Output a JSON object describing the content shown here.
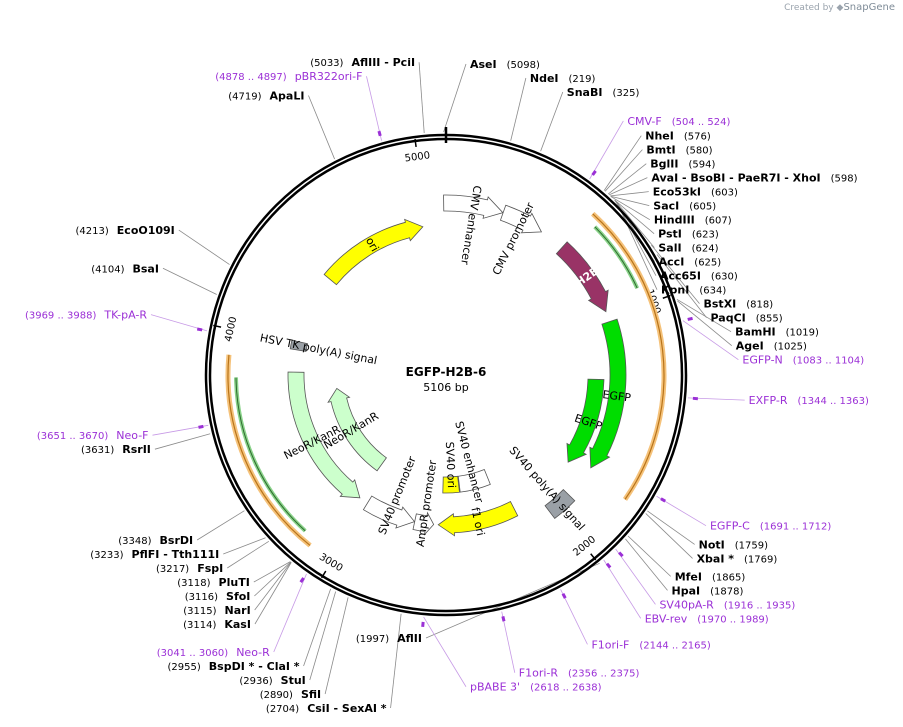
{
  "branding": {
    "prefix": "Created by",
    "product": "SnapGene"
  },
  "plasmid": {
    "name": "EGFP-H2B-6",
    "length_label": "5106 bp",
    "length": 5106
  },
  "tick_labels": [
    {
      "pos": 1000,
      "text": "1000"
    },
    {
      "pos": 2000,
      "text": "2000"
    },
    {
      "pos": 3000,
      "text": "3000"
    },
    {
      "pos": 4000,
      "text": "4000"
    },
    {
      "pos": 5000,
      "text": "5000"
    }
  ],
  "features": [
    {
      "id": "cmv-enhancer",
      "name": "CMV enhancer",
      "start": 5095,
      "end": 274,
      "direction": "forward",
      "track": 1,
      "color": "#ffffff"
    },
    {
      "id": "cmv-promoter",
      "name": "CMV promoter",
      "start": 275,
      "end": 478,
      "direction": "forward",
      "track": 1,
      "color": "#ffffff"
    },
    {
      "id": "h2b",
      "name": "H2B",
      "start": 600,
      "end": 970,
      "direction": "forward",
      "track": 1,
      "color": "#993366"
    },
    {
      "id": "egfp-inner",
      "name": "EGFP",
      "start": 1300,
      "end": 1780,
      "direction": "forward",
      "track": 2,
      "color": "#00dd00"
    },
    {
      "id": "egfp-outer",
      "name": "EGFP",
      "start": 1020,
      "end": 1740,
      "direction": "forward",
      "track": 1,
      "color": "#00dd00"
    },
    {
      "id": "sv40-polya-signal",
      "name": "SV40 poly(A) signal",
      "start": 1905,
      "end": 2026,
      "direction": "none",
      "track": 1,
      "color": "#9aa0a6"
    },
    {
      "id": "f1-ori",
      "name": "f1 ori",
      "start": 2170,
      "end": 2595,
      "direction": "forward",
      "track": 2,
      "color": "#ffff00"
    },
    {
      "id": "ampr-promoter",
      "name": "AmpR promoter",
      "start": 2620,
      "end": 2724,
      "direction": "reverse",
      "track": 2,
      "color": "#ffffff"
    },
    {
      "id": "sv40-promoter",
      "name": "SV40 promoter",
      "start": 2725,
      "end": 3000,
      "direction": "reverse",
      "track": 2,
      "color": "#ffffff"
    },
    {
      "id": "sv40-enhancer",
      "name": "SV40 enhancer",
      "start": 2240,
      "end": 2455,
      "direction": "none",
      "track": 3,
      "color": "#ffffff"
    },
    {
      "id": "sv40-ori",
      "name": "SV40 ori",
      "start": 2460,
      "end": 2575,
      "direction": "none",
      "track": 3,
      "color": "#ffff00"
    },
    {
      "id": "neor-inner",
      "name": "NeoR/KanR",
      "start": 3060,
      "end": 3730,
      "direction": "forward",
      "track": 3,
      "color": "#ccffcc"
    },
    {
      "id": "neor-outer",
      "name": "NeoR/KanR",
      "start": 3050,
      "end": 3845,
      "direction": "reverse",
      "track": 2,
      "color": "#ccffcc"
    },
    {
      "id": "hsv-tk-polya",
      "name": "HSV TK poly(A) signal",
      "start": 3965,
      "end": 4010,
      "direction": "none",
      "track": 2,
      "color": "#9aa0a6"
    },
    {
      "id": "ori",
      "name": "ori",
      "start": 4390,
      "end": 4980,
      "direction": "forward",
      "track": 2,
      "color": "#ffff00"
    }
  ],
  "orf_arcs": [
    {
      "start": 600,
      "end": 1770
    },
    {
      "start": 3100,
      "end": 3905
    }
  ],
  "green_arcs": [
    {
      "start": 640,
      "end": 930
    },
    {
      "start": 3150,
      "end": 3820
    }
  ],
  "sites": [
    {
      "name": "AflIII  - PciI",
      "pos_label": "(5033)",
      "pos": 5033,
      "side": "left"
    },
    {
      "name": "AseI",
      "pos_label": "(5098)",
      "pos": 5098,
      "side": "right"
    },
    {
      "name": "NdeI",
      "pos_label": "(219)",
      "pos": 219,
      "side": "right"
    },
    {
      "name": "SnaBI",
      "pos_label": "(325)",
      "pos": 325,
      "side": "right"
    },
    {
      "name": "NheI",
      "pos_label": "(576)",
      "pos": 576,
      "side": "right"
    },
    {
      "name": "BmtI",
      "pos_label": "(580)",
      "pos": 580,
      "side": "right"
    },
    {
      "name": "BglII",
      "pos_label": "(594)",
      "pos": 594,
      "side": "right"
    },
    {
      "name": "AvaI  - BsoBI  - PaeR7I  - XhoI",
      "pos_label": "(598)",
      "pos": 598,
      "side": "right"
    },
    {
      "name": "Eco53kI",
      "pos_label": "(603)",
      "pos": 603,
      "side": "right"
    },
    {
      "name": "SacI",
      "pos_label": "(605)",
      "pos": 605,
      "side": "right"
    },
    {
      "name": "HindIII",
      "pos_label": "(607)",
      "pos": 607,
      "side": "right"
    },
    {
      "name": "PstI",
      "pos_label": "(623)",
      "pos": 623,
      "side": "right"
    },
    {
      "name": "SalI",
      "pos_label": "(624)",
      "pos": 624,
      "side": "right"
    },
    {
      "name": "AccI",
      "pos_label": "(625)",
      "pos": 625,
      "side": "right"
    },
    {
      "name": "Acc65I",
      "pos_label": "(630)",
      "pos": 630,
      "side": "right"
    },
    {
      "name": "KpnI",
      "pos_label": "(634)",
      "pos": 634,
      "side": "right"
    },
    {
      "name": "BstXI",
      "pos_label": "(818)",
      "pos": 818,
      "side": "right"
    },
    {
      "name": "PaqCI",
      "pos_label": "(855)",
      "pos": 855,
      "side": "right"
    },
    {
      "name": "BamHI",
      "pos_label": "(1019)",
      "pos": 1019,
      "side": "right"
    },
    {
      "name": "AgeI",
      "pos_label": "(1025)",
      "pos": 1025,
      "side": "right"
    },
    {
      "name": "NotI",
      "pos_label": "(1759)",
      "pos": 1759,
      "side": "right"
    },
    {
      "name": "XbaI *",
      "pos_label": "(1769)",
      "pos": 1769,
      "side": "right"
    },
    {
      "name": "MfeI",
      "pos_label": "(1865)",
      "pos": 1865,
      "side": "right"
    },
    {
      "name": "HpaI",
      "pos_label": "(1878)",
      "pos": 1878,
      "side": "right"
    },
    {
      "name": "AflII",
      "pos_label": "(1997)",
      "pos": 1997,
      "side": "left"
    },
    {
      "name": "CsiI  - SexAI *",
      "pos_label": "(2704)",
      "pos": 2704,
      "side": "left"
    },
    {
      "name": "SfiI",
      "pos_label": "(2890)",
      "pos": 2890,
      "side": "left"
    },
    {
      "name": "StuI",
      "pos_label": "(2936)",
      "pos": 2936,
      "side": "left"
    },
    {
      "name": "BspDI *  - ClaI *",
      "pos_label": "(2955)",
      "pos": 2955,
      "side": "left"
    },
    {
      "name": "KasI",
      "pos_label": "(3114)",
      "pos": 3114,
      "side": "left"
    },
    {
      "name": "NarI",
      "pos_label": "(3115)",
      "pos": 3115,
      "side": "left"
    },
    {
      "name": "SfoI",
      "pos_label": "(3116)",
      "pos": 3116,
      "side": "left"
    },
    {
      "name": "PluTI",
      "pos_label": "(3118)",
      "pos": 3118,
      "side": "left"
    },
    {
      "name": "FspI",
      "pos_label": "(3217)",
      "pos": 3217,
      "side": "left"
    },
    {
      "name": "PflFI  - Tth111I",
      "pos_label": "(3233)",
      "pos": 3233,
      "side": "left"
    },
    {
      "name": "BsrDI",
      "pos_label": "(3348)",
      "pos": 3348,
      "side": "left"
    },
    {
      "name": "RsrII",
      "pos_label": "(3631)",
      "pos": 3631,
      "side": "left"
    },
    {
      "name": "BsaI",
      "pos_label": "(4104)",
      "pos": 4104,
      "side": "left"
    },
    {
      "name": "EcoO109I",
      "pos_label": "(4213)",
      "pos": 4213,
      "side": "left"
    },
    {
      "name": "ApaLI",
      "pos_label": "(4719)",
      "pos": 4719,
      "side": "left"
    }
  ],
  "primers": [
    {
      "name": "pBR322ori-F",
      "range_label": "(4878 .. 4897)",
      "pos": 4888,
      "side": "left"
    },
    {
      "name": "CMV-F",
      "range_label": "(504 .. 524)",
      "pos": 514,
      "side": "right"
    },
    {
      "name": "EGFP-N",
      "range_label": "(1083 .. 1104)",
      "pos": 1093,
      "side": "right"
    },
    {
      "name": "EXFP-R",
      "range_label": "(1344 .. 1363)",
      "pos": 1353,
      "side": "right"
    },
    {
      "name": "EGFP-C",
      "range_label": "(1691 .. 1712)",
      "pos": 1701,
      "side": "right"
    },
    {
      "name": "SV40pA-R",
      "range_label": "(1916 .. 1935)",
      "pos": 1925,
      "side": "right"
    },
    {
      "name": "EBV-rev",
      "range_label": "(1970 .. 1989)",
      "pos": 1979,
      "side": "right"
    },
    {
      "name": "F1ori-F",
      "range_label": "(2144 .. 2165)",
      "pos": 2154,
      "side": "right"
    },
    {
      "name": "F1ori-R",
      "range_label": "(2356 .. 2375)",
      "pos": 2365,
      "side": "right"
    },
    {
      "name": "pBABE 3'",
      "range_label": "(2618 .. 2638)",
      "pos": 2628,
      "side": "right"
    },
    {
      "name": "Neo-R",
      "range_label": "(3041 .. 3060)",
      "pos": 3050,
      "side": "left"
    },
    {
      "name": "Neo-F",
      "range_label": "(3651 .. 3670)",
      "pos": 3660,
      "side": "left"
    },
    {
      "name": "TK-pA-R",
      "range_label": "(3969 .. 3988)",
      "pos": 3978,
      "side": "left"
    }
  ]
}
